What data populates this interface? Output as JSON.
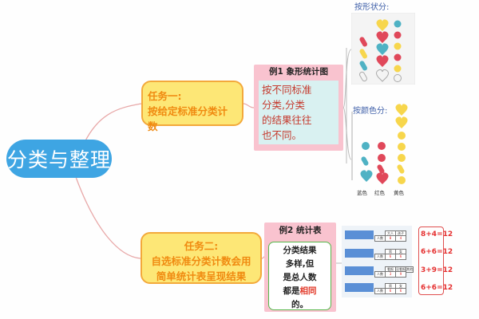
{
  "root": {
    "label": "分类与整理"
  },
  "task1": {
    "line1": "任务一:",
    "line2": "按给定标准分类计数"
  },
  "task2": {
    "line1": "任务二:",
    "line2": "自选标准分类计数会用",
    "line3": "简单统计表呈现结果"
  },
  "example1": {
    "title": "例1  象形统计图",
    "lines": [
      "按不同标准",
      "分类,分类",
      "的结果往往",
      "也不同。"
    ]
  },
  "example2": {
    "title": "例2  统计表",
    "lines": [
      "分类结果",
      "多样,但",
      "是总人数",
      "都是"
    ],
    "highlight": "相同",
    "ending": "的。"
  },
  "pictogram": {
    "by_shape_caption": "按形状分:",
    "by_color_caption": "按颜色分:",
    "color_labels": [
      "蓝色",
      "红色",
      "黄色"
    ]
  },
  "stat_table": {
    "rows": [
      {
        "label": "人数",
        "headers": [
          "大人",
          "孩子"
        ],
        "values": [
          "8",
          "4"
        ]
      },
      {
        "label": "人数",
        "headers": [
          "男",
          "女"
        ],
        "values": [
          "6",
          "6"
        ]
      },
      {
        "label": "人数",
        "headers": [
          "看报",
          "没看报",
          "其他"
        ],
        "values": [
          "3",
          "9",
          ""
        ]
      },
      {
        "label": "人数",
        "headers": [
          "男",
          "女"
        ],
        "values": [
          "6",
          "6"
        ]
      }
    ],
    "equations": [
      "8+4=12",
      "6+6=12",
      "3+9=12",
      "6+6=12"
    ]
  },
  "colors": {
    "root": "#3ea5e3",
    "task_fill": "#fde776",
    "task_text": "#f08a10",
    "example_frame": "#f9c3cf",
    "highlight": "#e23a2a",
    "pictogram_blue": "#4fb2c4",
    "pictogram_red": "#e0485a",
    "pictogram_yellow": "#f7d64c"
  }
}
